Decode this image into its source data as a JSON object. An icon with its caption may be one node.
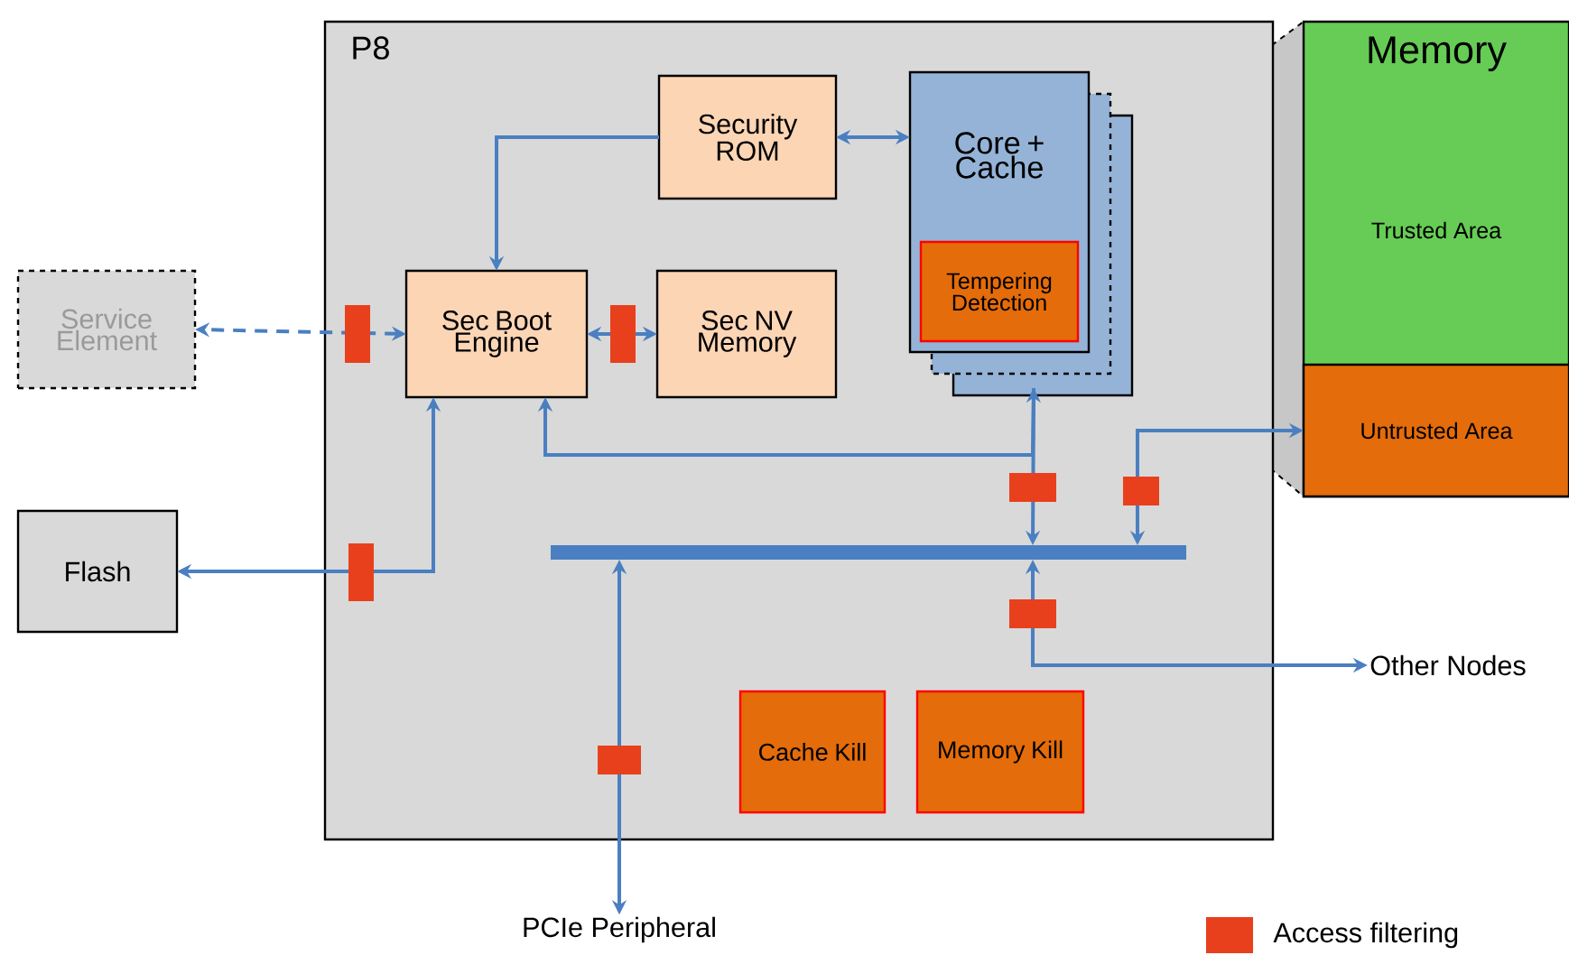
{
  "diagram": {
    "nodes": [
      {
        "text": [
          "P8"
        ]
      },
      {
        "text": [
          "Security ROM"
        ],
        "in": 0
      },
      {
        "text": [
          "Core + Cache"
        ],
        "in": 0
      },
      {
        "text": [
          "Tempering Detection"
        ],
        "in": 2
      },
      {
        "text": [
          "Service Element"
        ]
      },
      {
        "text": [
          "Sec Boot Engine"
        ],
        "in": 0
      },
      {
        "text": [
          "Sec NV Memory"
        ],
        "in": 0
      },
      {
        "text": [
          "Memory"
        ]
      },
      {
        "text": [
          "Trusted Area"
        ],
        "in": 7
      },
      {
        "text": [
          "Untrusted Area"
        ],
        "in": 7
      },
      {
        "text": [
          "Flash"
        ]
      },
      {
        "text": [],
        "shape": "bar",
        "in": 0
      },
      {
        "text": [
          "Other Nodes"
        ]
      },
      {
        "text": [
          "Cache Kill"
        ],
        "in": 0
      },
      {
        "text": [
          "Memory Kill"
        ],
        "in": 0
      },
      {
        "text": [
          "PCIe Peripheral"
        ]
      }
    ],
    "edges": [
      {
        "from": 1,
        "to": 5,
        "arrow": "to"
      },
      {
        "from": 1,
        "to": 2,
        "arrow": "both"
      },
      {
        "from": 5,
        "to": 4,
        "arrow": "both",
        "style": "dashed"
      },
      {
        "from": 5,
        "to": 6,
        "arrow": "both"
      },
      {
        "from": 2,
        "to": 5,
        "arrow": "to"
      },
      {
        "from": 11,
        "to": 2,
        "arrow": "both"
      },
      {
        "from": 5,
        "to": 10,
        "arrow": "both"
      },
      {
        "from": 11,
        "to": 9,
        "arrow": "both"
      },
      {
        "from": 11,
        "to": 12,
        "arrow": "both"
      },
      {
        "from": 11,
        "to": 15,
        "arrow": "both"
      }
    ],
    "legend": [
      {
        "text": "Access filtering",
        "color": "#e8401c"
      }
    ]
  }
}
